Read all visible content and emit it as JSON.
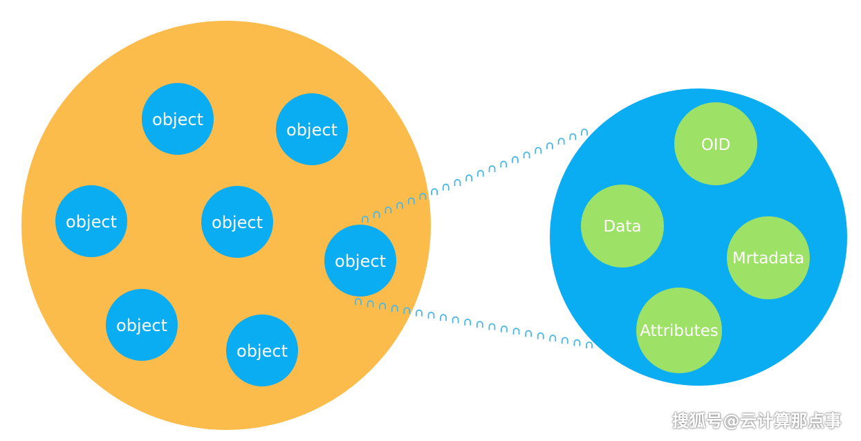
{
  "colors": {
    "bucket": "#FBBC4B",
    "object": "#0AACF2",
    "detail_circle": "#0AACF2",
    "attribute": "#9DE166",
    "connector": "#49B6E8"
  },
  "objects": [
    {
      "label": "object"
    },
    {
      "label": "object"
    },
    {
      "label": "object"
    },
    {
      "label": "object"
    },
    {
      "label": "object"
    },
    {
      "label": "object"
    },
    {
      "label": "object"
    }
  ],
  "detail": {
    "oid": "OID",
    "data": "Data",
    "metadata": "Mrtadata",
    "attributes": "Attributes"
  },
  "watermark": "搜狐号@云计算那点事"
}
